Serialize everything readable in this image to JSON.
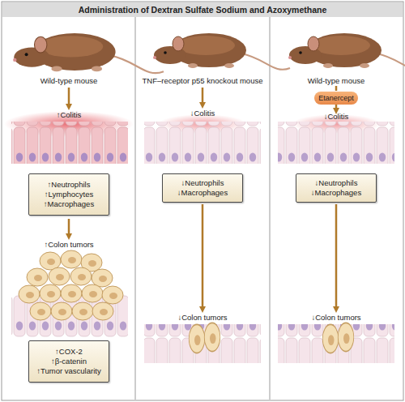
{
  "diagram": {
    "title": "Administration of Dextran Sulfate Sodium and Azoxymethane",
    "nodes": [
      {
        "text": [
          "Etanercept"
        ]
      },
      {
        "text": [
          "↑Neutrophils",
          "↑Lymphocytes",
          "↑Macrophages"
        ]
      },
      {
        "text": [
          "↓Neutrophils",
          "↓Macrophages"
        ]
      },
      {
        "text": [
          "↓Neutrophils",
          "↓Macrophages"
        ]
      },
      {
        "text": [
          "↑COX-2",
          "↑β-catenin",
          "↑Tumor vascularity"
        ]
      }
    ],
    "labels": [
      "Wild-type mouse",
      "TNF–receptor p55 knockout mouse",
      "Wild-type mouse",
      "↑Colitis",
      "↓Colitis",
      "↓Colitis",
      "↑Colon tumors",
      "↓Colon tumors",
      "↓Colon tumors"
    ]
  }
}
